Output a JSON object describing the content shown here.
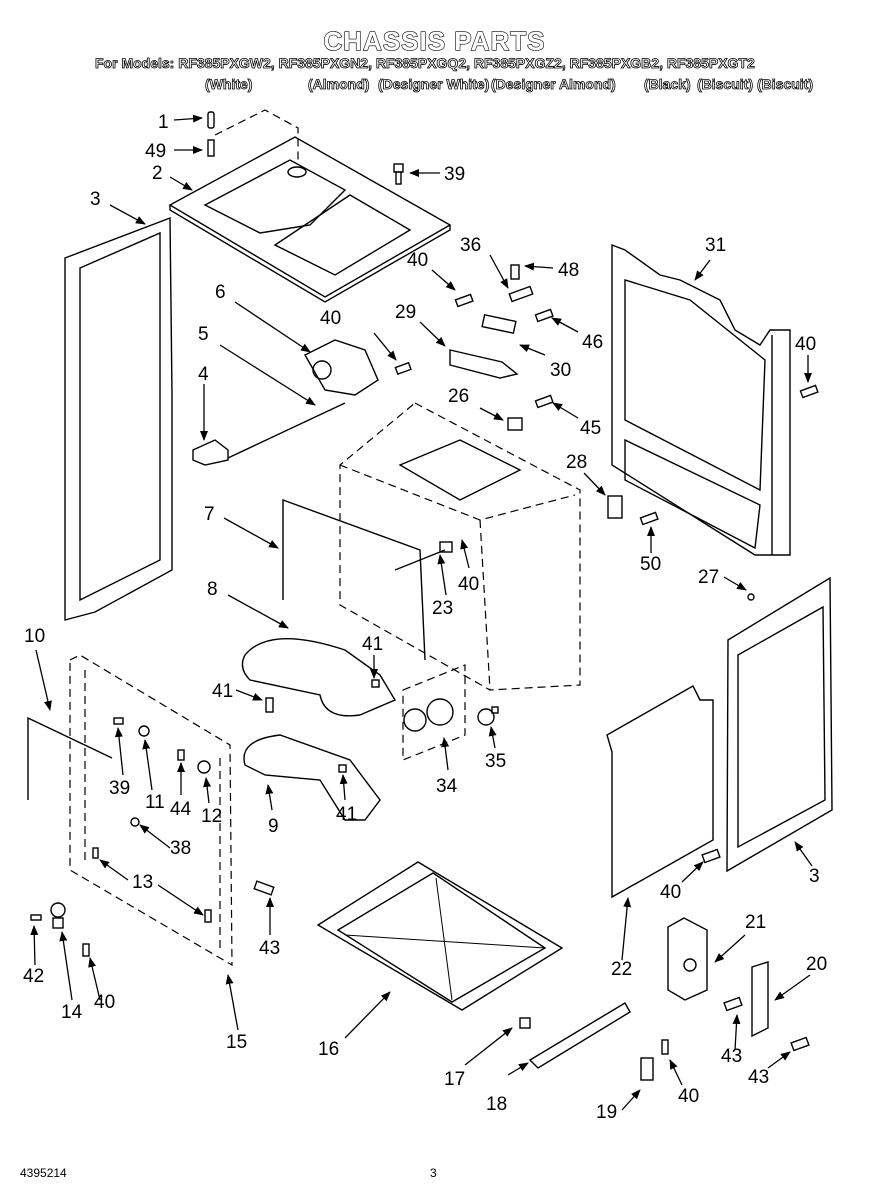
{
  "header": {
    "title": "CHASSIS PARTS",
    "models_line": "For Models: RF385PXGW2, RF385PXGN2, RF385PXGQ2, RF385PXGZ2, RF385PXGB2, RF385PXGT2",
    "colors": [
      "(White)",
      "(Almond)",
      "(Designer White)",
      "(Designer Almond)",
      "(Black)",
      "(Biscuit)",
      "(Biscuit)"
    ]
  },
  "callouts": {
    "c1": "1",
    "c49": "49",
    "c2": "2",
    "c39a": "39",
    "c3a": "3",
    "c36": "36",
    "c48": "48",
    "c40a": "40",
    "c31": "31",
    "c6": "6",
    "c40b": "40",
    "c29": "29",
    "c46": "46",
    "c30": "30",
    "c5": "5",
    "c40c": "40",
    "c4": "4",
    "c26": "26",
    "c45": "45",
    "c28": "28",
    "c7": "7",
    "c40d": "40",
    "c23": "23",
    "c50": "50",
    "c27": "27",
    "c8": "8",
    "c10": "10",
    "c41a": "41",
    "c41b": "41",
    "c39b": "39",
    "c11": "11",
    "c44": "44",
    "c12": "12",
    "c34": "34",
    "c35": "35",
    "c9": "9",
    "c41c": "41",
    "c38": "38",
    "c13": "13",
    "c43a": "43",
    "c42": "42",
    "c14": "14",
    "c40e": "40",
    "c15": "15",
    "c16": "16",
    "c22": "22",
    "c40f": "40",
    "c3b": "3",
    "c21": "21",
    "c20": "20",
    "c43b": "43",
    "c43c": "43",
    "c17": "17",
    "c18": "18",
    "c19": "19",
    "c40g": "40"
  },
  "footer": {
    "doc_number": "4395214",
    "page_number": "3"
  }
}
